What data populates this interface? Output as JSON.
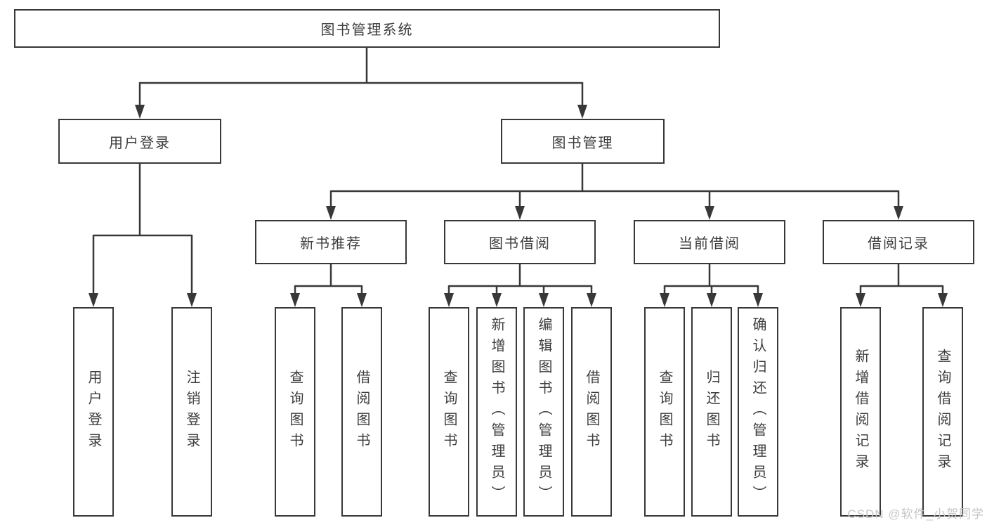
{
  "diagram": {
    "root": {
      "label": "图书管理系统",
      "children": [
        {
          "label": "用户登录",
          "children": [
            {
              "label": "用户登录"
            },
            {
              "label": "注销登录"
            }
          ]
        },
        {
          "label": "图书管理",
          "children": [
            {
              "label": "新书推荐",
              "children": [
                {
                  "label": "查询图书"
                },
                {
                  "label": "借阅图书"
                }
              ]
            },
            {
              "label": "图书借阅",
              "children": [
                {
                  "label": "查询图书"
                },
                {
                  "label": "新增图书（管理员）"
                },
                {
                  "label": "编辑图书（管理员）"
                },
                {
                  "label": "借阅图书"
                }
              ]
            },
            {
              "label": "当前借阅",
              "children": [
                {
                  "label": "查询图书"
                },
                {
                  "label": "归还图书"
                },
                {
                  "label": "确认归还（管理员）"
                }
              ]
            },
            {
              "label": "借阅记录",
              "children": [
                {
                  "label": "新增借阅记录"
                },
                {
                  "label": "查询借阅记录"
                }
              ]
            }
          ]
        }
      ]
    }
  },
  "watermark": {
    "text": "CSDN @软件_小贺同学"
  },
  "colors": {
    "line": "#383838",
    "text": "#3d3d3d",
    "watermark": "#c6c6c6",
    "background": "#ffffff"
  }
}
